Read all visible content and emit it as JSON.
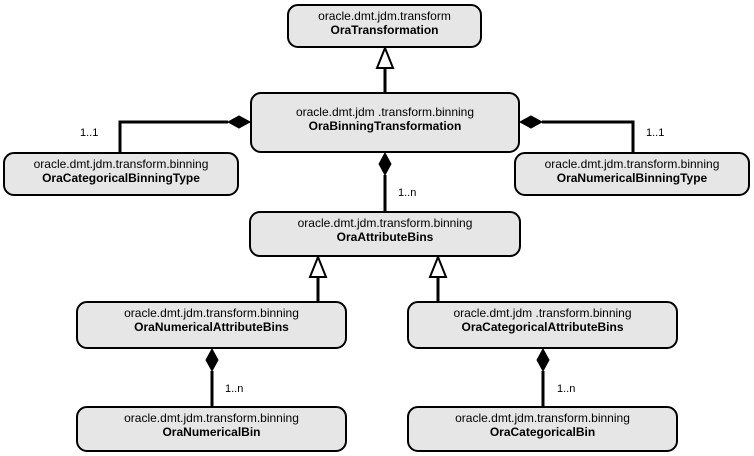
{
  "nodes": {
    "ora_transformation": {
      "package": "oracle.dmt.jdm.transform",
      "class": "OraTransformation"
    },
    "ora_binning_transformation": {
      "package": "oracle.dmt.jdm .transform.binning",
      "class": "OraBinningTransformation"
    },
    "ora_categorical_binning_type": {
      "package": "oracle.dmt.jdm.transform.binning",
      "class": "OraCategoricalBinningType"
    },
    "ora_numerical_binning_type": {
      "package": "oracle.dmt.jdm.transform.binning",
      "class": "OraNumericalBinningType"
    },
    "ora_attribute_bins": {
      "package": "oracle.dmt.jdm.transform.binning",
      "class": "OraAttributeBins"
    },
    "ora_numerical_attribute_bins": {
      "package": "oracle.dmt.jdm.transform.binning",
      "class": "OraNumericalAttributeBins"
    },
    "ora_categorical_attribute_bins": {
      "package": "oracle.dmt.jdm .transform.binning",
      "class": "OraCategoricalAttributeBins"
    },
    "ora_numerical_bin": {
      "package": "oracle.dmt.jdm.transform.binning",
      "class": "OraNumericalBin"
    },
    "ora_categorical_bin": {
      "package": "oracle.dmt.jdm.transform.binning",
      "class": "OraCategoricalBin"
    }
  },
  "multiplicities": {
    "categorical_binning_type": "1..1",
    "numerical_binning_type": "1..1",
    "attribute_bins": "1..n",
    "numerical_bin": "1..n",
    "categorical_bin": "1..n"
  },
  "colors": {
    "node_fill": "#e6e6e6",
    "stroke": "#000000"
  }
}
